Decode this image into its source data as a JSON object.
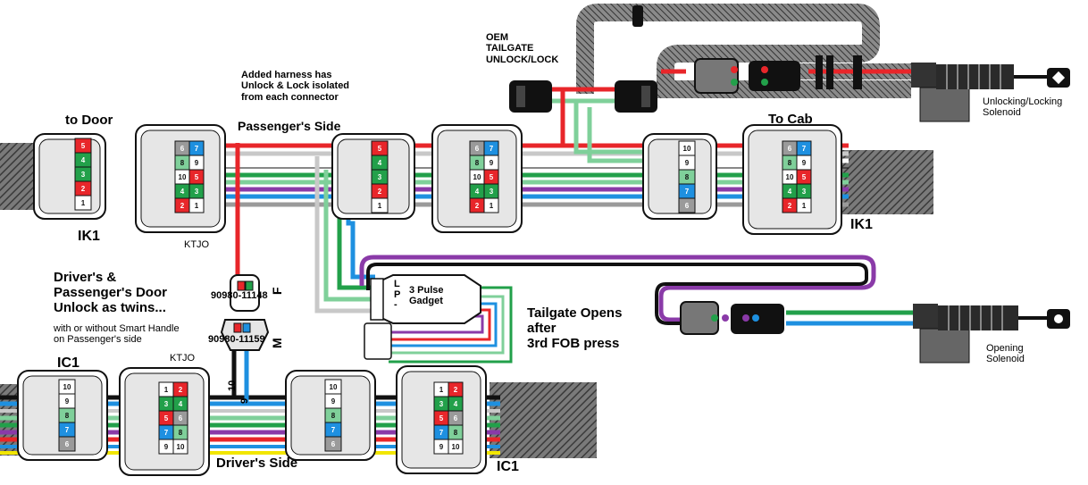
{
  "labels": {
    "oem_tailgate": [
      "OEM",
      "TAILGATE",
      "UNLOCK/LOCK"
    ],
    "added_harness": [
      "Added harness has",
      "Unlock & Lock isolated",
      "from each connector"
    ],
    "to_door": "to Door",
    "passengers_side": "Passenger's Side",
    "to_cab": "To Cab",
    "ik1_left": "IK1",
    "ik1_right": "IK1",
    "ktjo_top": "KTJO",
    "ktjo_bottom": "KTJO",
    "drivers_side": "Driver's Side",
    "ic1_left": "IC1",
    "ic1_right": "IC1",
    "twins_note": [
      "Driver's &",
      "Passenger's Door",
      "Unlock as twins..."
    ],
    "smart_handle_note": [
      "with or without Smart Handle",
      "on Passenger's side"
    ],
    "part_f": "90980-11148",
    "part_m": "90980-11159",
    "letter_f": "F",
    "letter_m": "M",
    "gadget": [
      "3 Pulse",
      "Gadget"
    ],
    "gadget_pins": [
      "L",
      "P",
      "-"
    ],
    "tailgate_opens": [
      "Tailgate Opens",
      "after",
      "3rd FOB press"
    ],
    "unlocking_solenoid": [
      "Unlocking/Locking",
      "Solenoid"
    ],
    "opening_solenoid": [
      "Opening",
      "Solenoid"
    ],
    "wire_10": "10",
    "wire_9": "9"
  },
  "connector_pins": {
    "ik1_door": [
      "5",
      "4",
      "3",
      "2",
      "1"
    ],
    "ktjo_top": [
      "6",
      "7",
      "8",
      "9",
      "10",
      "5",
      "4",
      "3",
      "2",
      "1"
    ],
    "ik1_top_mid": [
      "5",
      "4",
      "3",
      "2",
      "1"
    ],
    "ktjo_top_mid": [
      "6",
      "7",
      "8",
      "9",
      "10",
      "5",
      "4",
      "3",
      "2",
      "1"
    ],
    "ik1_cab_small": [
      "10",
      "9",
      "8",
      "7",
      "6"
    ],
    "ik1_cab": [
      "6",
      "7",
      "8",
      "9",
      "10",
      "5",
      "4",
      "3",
      "2",
      "1"
    ],
    "ic1_left": [
      "10",
      "9",
      "8",
      "7",
      "6"
    ],
    "ktjo_bottom": [
      "1",
      "2",
      "3",
      "4",
      "5",
      "6",
      "7",
      "8",
      "9",
      "10"
    ],
    "ic1_mid": [
      "10",
      "9",
      "8",
      "7",
      "6"
    ],
    "ic1_right": [
      "1",
      "2",
      "3",
      "4",
      "5",
      "6",
      "7",
      "8",
      "9",
      "10"
    ]
  },
  "colors": {
    "red": "#e8262a",
    "green": "#22a04a",
    "light_green": "#7fd09a",
    "blue": "#1e90e0",
    "purple": "#8a3aa8",
    "gray": "#9a9a9a",
    "light_gray": "#c8c8c8",
    "black": "#111111",
    "white": "#ffffff",
    "yellow": "#f2e600",
    "connector_fill": "#e6e6e6",
    "conduit": "#6e6e6e"
  }
}
